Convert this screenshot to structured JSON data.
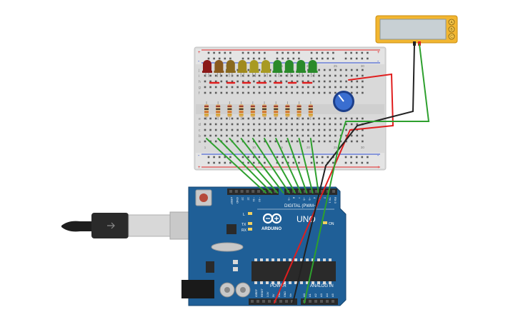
{
  "arduino": {
    "brand": "ARDUINO",
    "model": "UNO",
    "digital_label": "DIGITAL (PWM~)",
    "power_label": "POWER",
    "analog_label": "ANALOG IN",
    "on_label": "ON",
    "l_label": "L",
    "tx_label": "TX",
    "rx_label": "RX",
    "digital_pins": [
      "AREF",
      "GND",
      "13",
      "12",
      "~11",
      "~10",
      "~9",
      "8",
      "7",
      "~6",
      "~5",
      "4",
      "~3",
      "2",
      "TX 1",
      "RX 0"
    ],
    "power_pins": [
      "IOREF",
      "RESET",
      "3.3V",
      "5V",
      "GND",
      "GND",
      "Vin"
    ],
    "analog_pins": [
      "A0",
      "A1",
      "A2",
      "A3",
      "A4",
      "A5"
    ]
  },
  "breadboard": {
    "row_letters_top": [
      "j",
      "i",
      "h",
      "g",
      "f"
    ],
    "row_letters_bottom": [
      "e",
      "d",
      "c",
      "b",
      "a"
    ],
    "column_numbers": [
      "1",
      "5",
      "10",
      "15",
      "20",
      "25",
      "30"
    ],
    "rail_plus": "+",
    "rail_minus": "-"
  },
  "leds": [
    {
      "color": "#8b1a1a"
    },
    {
      "color": "#8a5a1e"
    },
    {
      "color": "#8a6a1e"
    },
    {
      "color": "#a08a1e"
    },
    {
      "color": "#a89a22"
    },
    {
      "color": "#a89a22"
    },
    {
      "color": "#2a8a2a"
    },
    {
      "color": "#2a8a2a"
    },
    {
      "color": "#2a8a2a"
    },
    {
      "color": "#2a8a2a"
    }
  ],
  "resistor_count": 10,
  "wire_colors": {
    "green": "#2ea02e",
    "red": "#e01e1e",
    "black": "#222222"
  },
  "display": {
    "buttons": [
      "A",
      "B",
      "C"
    ]
  }
}
